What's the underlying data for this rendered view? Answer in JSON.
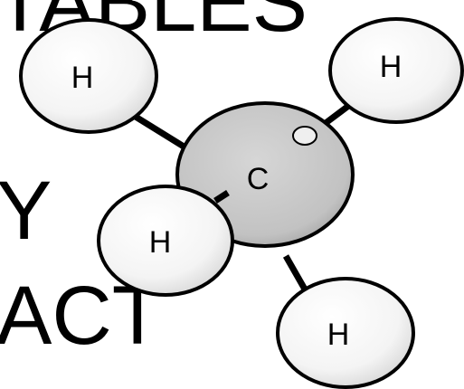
{
  "background_text": {
    "line1": "TABLES",
    "line2": "Y",
    "line3": "ACT"
  },
  "molecule": {
    "center_atom": {
      "label": "C"
    },
    "atoms": [
      {
        "label": "H"
      },
      {
        "label": "H"
      },
      {
        "label": "H"
      },
      {
        "label": "H"
      }
    ]
  },
  "colors": {
    "carbon_fill": "#c4c4c4",
    "carbon_highlight": "#ededed",
    "hydrogen_fill": "#ffffff",
    "hydrogen_shadow": "#d8d8d8",
    "outline": "#000000"
  }
}
